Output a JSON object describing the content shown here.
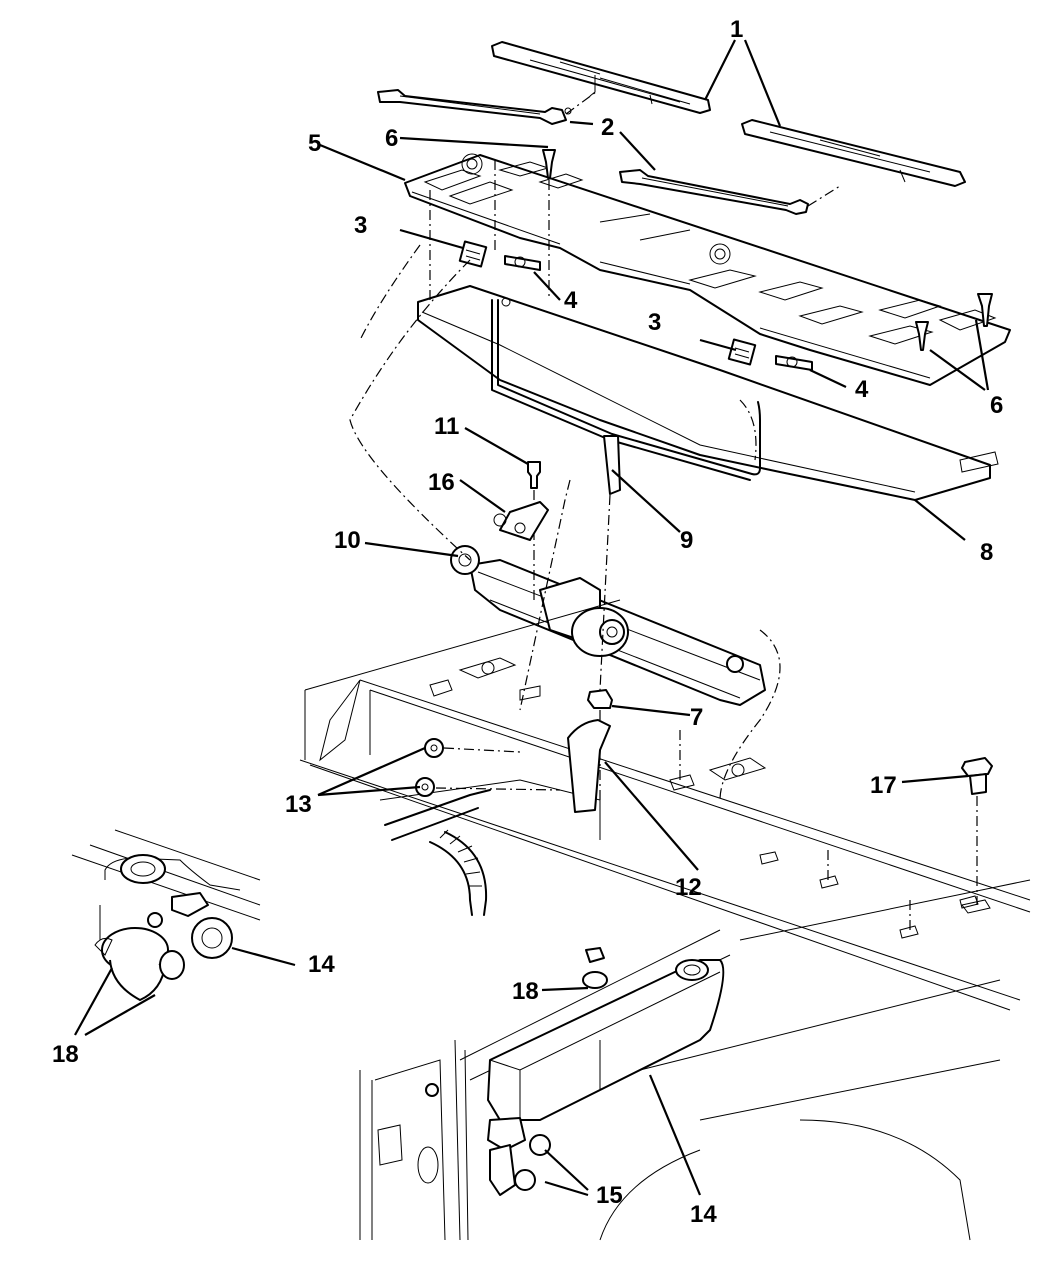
{
  "diagram": {
    "title": "Windshield Wiper & Washer System - Exploded Parts View",
    "background_color": "#ffffff",
    "line_color": "#000000",
    "callouts": [
      {
        "id": "c1",
        "label": "1",
        "part": "wiper-blade"
      },
      {
        "id": "c2",
        "label": "2",
        "part": "wiper-arm"
      },
      {
        "id": "c3a",
        "label": "3",
        "part": "washer-nozzle"
      },
      {
        "id": "c3b",
        "label": "3",
        "part": "washer-nozzle"
      },
      {
        "id": "c4a",
        "label": "4",
        "part": "hose-connector"
      },
      {
        "id": "c4b",
        "label": "4",
        "part": "hose-connector"
      },
      {
        "id": "c5",
        "label": "5",
        "part": "cowl-panel"
      },
      {
        "id": "c6a",
        "label": "6",
        "part": "push-pin-fastener"
      },
      {
        "id": "c6b",
        "label": "6",
        "part": "push-pin-fastener"
      },
      {
        "id": "c7",
        "label": "7",
        "part": "grommet"
      },
      {
        "id": "c8",
        "label": "8",
        "part": "cowl-seal-plenum"
      },
      {
        "id": "c9",
        "label": "9",
        "part": "washer-hose"
      },
      {
        "id": "c10",
        "label": "10",
        "part": "pivot-nut"
      },
      {
        "id": "c11",
        "label": "11",
        "part": "bolt"
      },
      {
        "id": "c12",
        "label": "12",
        "part": "bracket"
      },
      {
        "id": "c13",
        "label": "13",
        "part": "nuts"
      },
      {
        "id": "c14a",
        "label": "14",
        "part": "washer-reservoir"
      },
      {
        "id": "c14b",
        "label": "14",
        "part": "washer-reservoir"
      },
      {
        "id": "c15",
        "label": "15",
        "part": "washer-pumps"
      },
      {
        "id": "c16",
        "label": "16",
        "part": "motor-bracket"
      },
      {
        "id": "c17",
        "label": "17",
        "part": "clip-retainer"
      },
      {
        "id": "c18a",
        "label": "18",
        "part": "reservoir-cap"
      },
      {
        "id": "c18b",
        "label": "18",
        "part": "reservoir-cap"
      }
    ]
  }
}
